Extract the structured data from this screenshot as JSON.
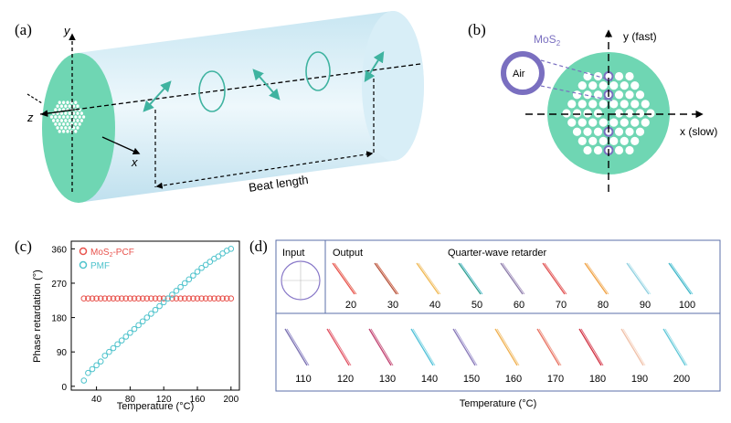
{
  "panels": {
    "a": {
      "label": "(a)",
      "axis_y": "y",
      "axis_z": "z",
      "axis_x": "x",
      "beat_length_label": "Beat length"
    },
    "b": {
      "label": "(b)",
      "material_label": "MoS",
      "material_subscript": "2",
      "air_label": "Air",
      "axis_y": "y (fast)",
      "axis_x": "x (slow)"
    },
    "c": {
      "label": "(c)",
      "colors": {
        "mos2": "#e8524c",
        "pmf": "#4fc3cc",
        "fiber": "#6fd6b3"
      }
    },
    "d": {
      "label": "(d)",
      "input_label": "Input",
      "output_label": "Output",
      "section_title": "Quarter-wave retarder",
      "xlabel": "Temperature (°C)",
      "row1": [
        {
          "temp": "20",
          "colors": [
            "#e8524c",
            "#e87a6a"
          ]
        },
        {
          "temp": "30",
          "colors": [
            "#b5533c",
            "#d06a50"
          ]
        },
        {
          "temp": "40",
          "colors": [
            "#f0b850",
            "#f5d090"
          ]
        },
        {
          "temp": "50",
          "colors": [
            "#2f9e8f",
            "#5fc0d0"
          ]
        },
        {
          "temp": "60",
          "colors": [
            "#8a7aa8",
            "#b0a0c8"
          ]
        },
        {
          "temp": "70",
          "colors": [
            "#e05050",
            "#e87070"
          ]
        },
        {
          "temp": "80",
          "colors": [
            "#f0a040",
            "#f5c080"
          ]
        },
        {
          "temp": "90",
          "colors": [
            "#8fd0e0",
            "#c0e8f0"
          ]
        },
        {
          "temp": "100",
          "colors": [
            "#3fb6c8",
            "#70d0e0"
          ]
        }
      ],
      "row2": [
        {
          "temp": "110",
          "colors": [
            "#7a70b0",
            "#a098d0"
          ]
        },
        {
          "temp": "120",
          "colors": [
            "#e05060",
            "#e87a88"
          ]
        },
        {
          "temp": "130",
          "colors": [
            "#c04070",
            "#d07090"
          ]
        },
        {
          "temp": "140",
          "colors": [
            "#50c0d8",
            "#90dce8"
          ]
        },
        {
          "temp": "150",
          "colors": [
            "#8878b8",
            "#b0a8d8"
          ]
        },
        {
          "temp": "160",
          "colors": [
            "#f0b050",
            "#f5cc88"
          ]
        },
        {
          "temp": "170",
          "colors": [
            "#e87060",
            "#f0a090"
          ]
        },
        {
          "temp": "180",
          "colors": [
            "#d03040",
            "#e06070"
          ]
        },
        {
          "temp": "190",
          "colors": [
            "#f0c0a8",
            "#f8dccc"
          ]
        },
        {
          "temp": "200",
          "colors": [
            "#60c8d8",
            "#a0e0ea"
          ]
        }
      ]
    }
  },
  "chart_data": {
    "type": "scatter",
    "xlabel": "Temperature (°C)",
    "ylabel": "Phase retardation (°)",
    "xlim": [
      10,
      210
    ],
    "ylim": [
      -10,
      380
    ],
    "xticks": [
      40,
      80,
      120,
      160,
      200
    ],
    "yticks": [
      0,
      90,
      180,
      270,
      360
    ],
    "legend_position": "top-left",
    "series": [
      {
        "name": "MoS2-PCF",
        "name_main": "MoS",
        "name_sub": "2",
        "name_tail": "-PCF",
        "color": "#e8524c",
        "x": [
          25,
          30,
          35,
          40,
          45,
          50,
          55,
          60,
          65,
          70,
          75,
          80,
          85,
          90,
          95,
          100,
          105,
          110,
          115,
          120,
          125,
          130,
          135,
          140,
          145,
          150,
          155,
          160,
          165,
          170,
          175,
          180,
          185,
          190,
          195,
          200
        ],
        "y": [
          230,
          230,
          230,
          230,
          230,
          230,
          230,
          230,
          230,
          230,
          230,
          230,
          230,
          230,
          230,
          230,
          230,
          230,
          230,
          230,
          230,
          230,
          230,
          230,
          230,
          230,
          230,
          230,
          230,
          230,
          230,
          230,
          230,
          230,
          230,
          230
        ]
      },
      {
        "name": "PMF",
        "color": "#4fc3cc",
        "x": [
          25,
          30,
          35,
          40,
          45,
          50,
          55,
          60,
          65,
          70,
          75,
          80,
          85,
          90,
          95,
          100,
          105,
          110,
          115,
          120,
          125,
          130,
          135,
          140,
          145,
          150,
          155,
          160,
          165,
          170,
          175,
          180,
          185,
          190,
          195,
          200
        ],
        "y": [
          15,
          35,
          45,
          55,
          65,
          80,
          90,
          100,
          110,
          120,
          130,
          140,
          150,
          160,
          170,
          180,
          190,
          200,
          210,
          220,
          230,
          240,
          250,
          260,
          270,
          280,
          290,
          300,
          310,
          318,
          326,
          334,
          340,
          348,
          355,
          360
        ]
      }
    ]
  }
}
